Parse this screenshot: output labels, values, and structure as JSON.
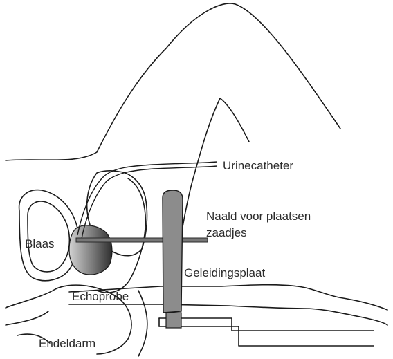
{
  "labels": {
    "urinecatheter": "Urinecatheter",
    "naald_line1": "Naald voor plaatsen",
    "naald_line2": "zaadjes",
    "blaas": "Blaas",
    "geleidingsplaat": "Geleidingsplaat",
    "echoprobe": "Echoprobe",
    "endeldarm": "Endeldarm"
  },
  "colors": {
    "outline": "#1a1a1a",
    "text": "#2b2b2b",
    "plate_fill": "#8c8c8c",
    "needle_fill": "#777777",
    "prostate_dark": "#3a3a3a",
    "prostate_light": "#cfcfcf"
  }
}
